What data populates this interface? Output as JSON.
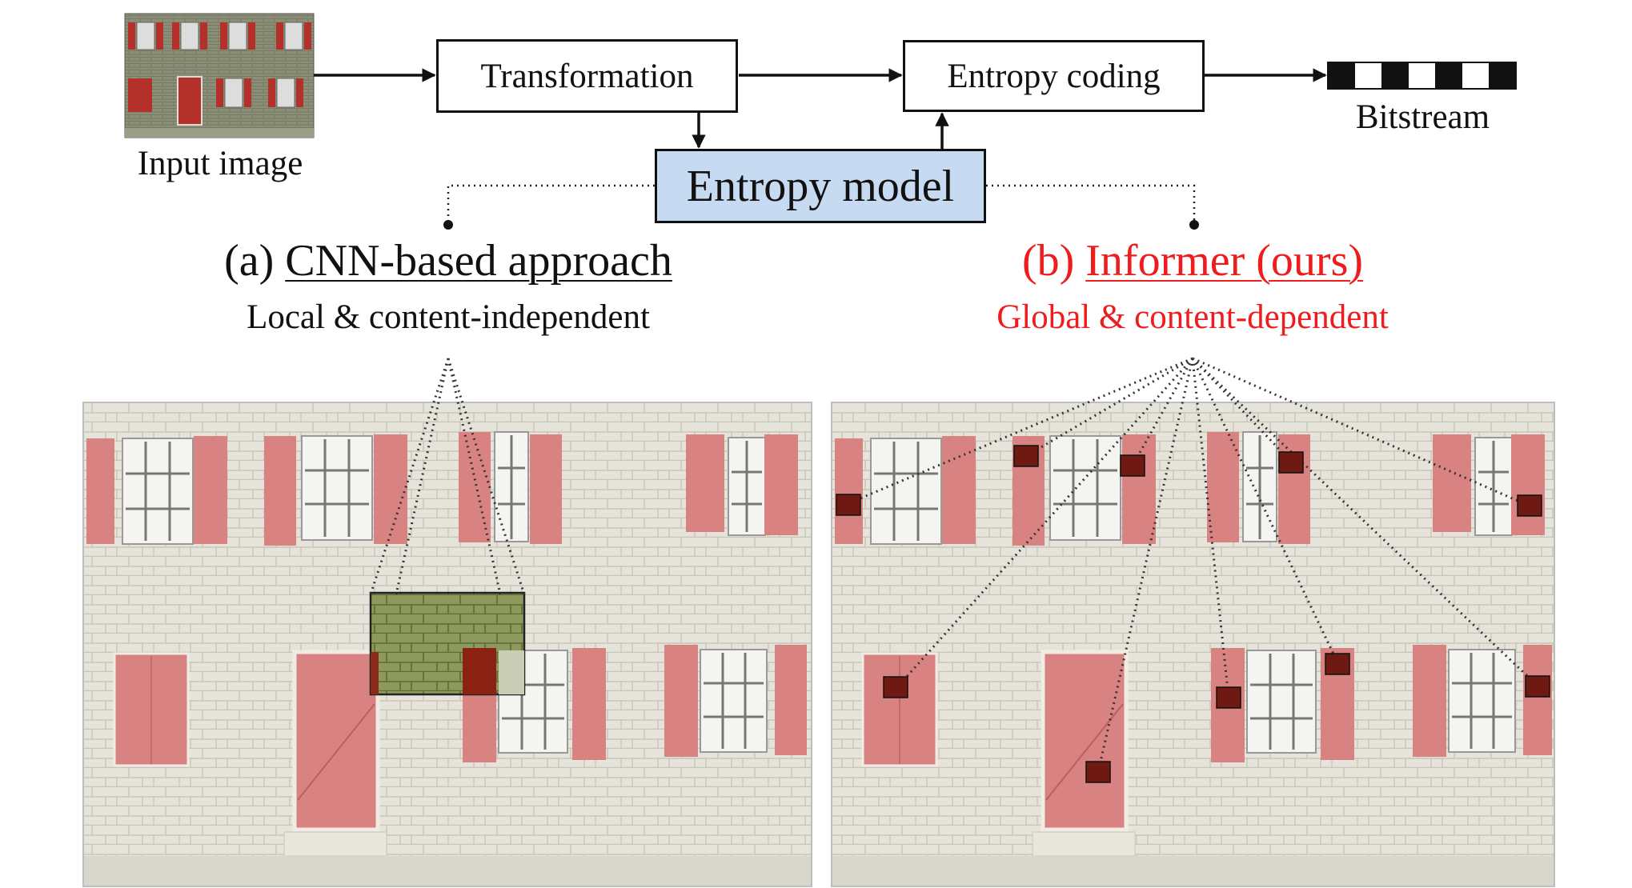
{
  "pipeline": {
    "input_label": "Input image",
    "transformation_label": "Transformation",
    "entropy_coding_label": "Entropy coding",
    "entropy_model_label": "Entropy model",
    "bitstream_label": "Bitstream"
  },
  "approach_a": {
    "prefix": "(a) ",
    "name": "CNN-based approach",
    "subtitle": "Local & content-independent"
  },
  "approach_b": {
    "prefix": "(b) ",
    "name": "Informer (ours)",
    "subtitle": "Global & content-dependent"
  },
  "colors": {
    "entropy_model_fill": "#c6daf2",
    "highlight_red": "#ee1c1c",
    "shutter": "#d98282",
    "wall": "#e4e2d8",
    "context_patch": "#6e1a12"
  }
}
